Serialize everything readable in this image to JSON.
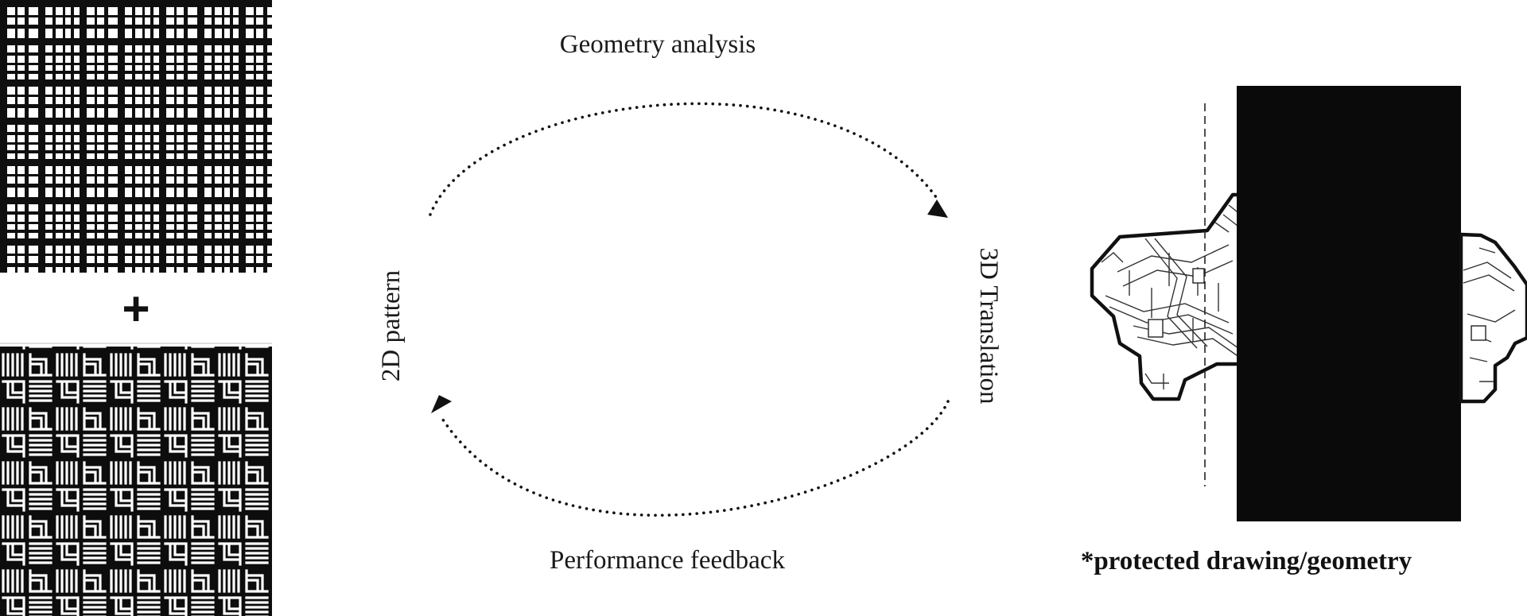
{
  "diagram": {
    "labels": {
      "top_arrow": "Geometry analysis",
      "bottom_arrow": "Performance feedback",
      "left_node": "2D pattern",
      "right_node": "3D Translation",
      "plus_sign": "+"
    },
    "note": "*protected drawing/geometry",
    "images": {
      "top_left": "plaid-grid-pattern",
      "bottom_left": "interlocking-fret-weave-pattern",
      "right": "3d-lattice-module-drawing-partially-redacted"
    },
    "colors": {
      "ink": "#111111",
      "background": "#ffffff",
      "redaction": "#0a0a0a"
    }
  }
}
